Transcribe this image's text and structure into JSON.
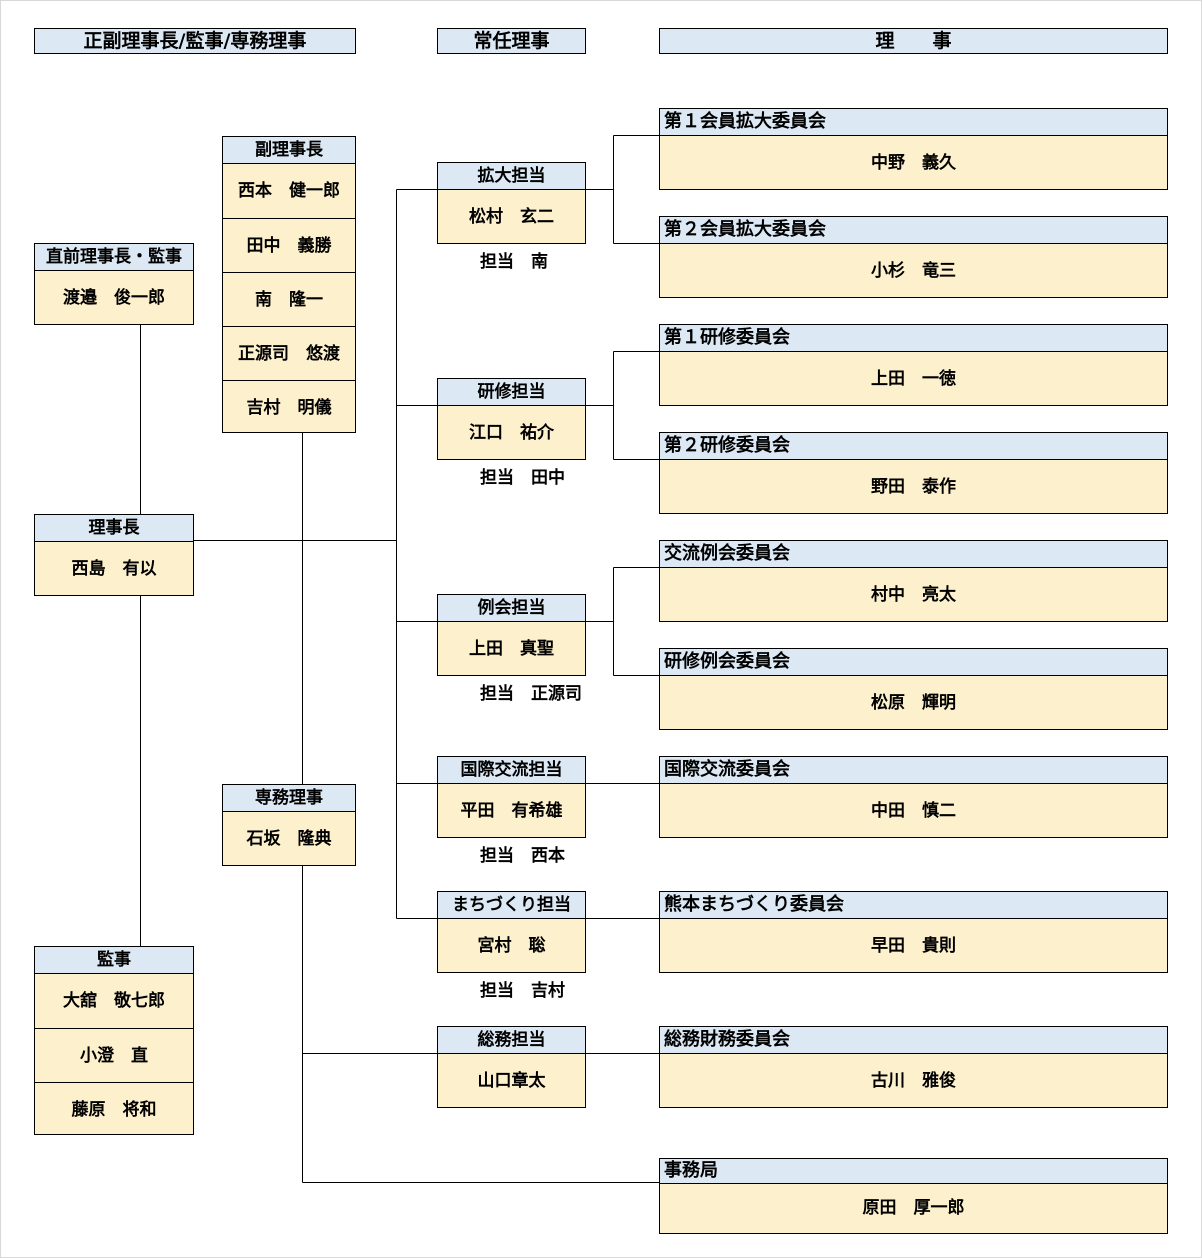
{
  "headers": {
    "officers": "正副理事長/監事/専務理事",
    "standing": "常任理事",
    "directors": "理　　事"
  },
  "prev_president": {
    "title": "直前理事長・監事",
    "names": [
      "渡邉　俊一郎"
    ]
  },
  "vice_presidents": {
    "title": "副理事長",
    "names": [
      "西本　健一郎",
      "田中　義勝",
      "南　隆一",
      "正源司　悠渡",
      "吉村　明儀"
    ]
  },
  "president": {
    "title": "理事長",
    "names": [
      "西島　有以"
    ]
  },
  "executive_director": {
    "title": "専務理事",
    "names": [
      "石坂　隆典"
    ]
  },
  "auditors": {
    "title": "監事",
    "names": [
      "大舘　敬七郎",
      "小澄　直",
      "藤原　将和"
    ]
  },
  "standing_directors": [
    {
      "title": "拡大担当",
      "name": "松村　玄二",
      "note": "担当　南"
    },
    {
      "title": "研修担当",
      "name": "江口　祐介",
      "note": "担当　田中"
    },
    {
      "title": "例会担当",
      "name": "上田　真聖",
      "note": "担当　正源司"
    },
    {
      "title": "国際交流担当",
      "name": "平田　有希雄",
      "note": "担当　西本"
    },
    {
      "title": "まちづくり担当",
      "name": "宮村　聡",
      "note": "担当　吉村"
    },
    {
      "title": "総務担当",
      "name": "山口章太"
    }
  ],
  "committees": [
    {
      "title": "第１会員拡大委員会",
      "chair": "中野　義久"
    },
    {
      "title": "第２会員拡大委員会",
      "chair": "小杉　竜三"
    },
    {
      "title": "第１研修委員会",
      "chair": "上田　一徳"
    },
    {
      "title": "第２研修委員会",
      "chair": "野田　泰作"
    },
    {
      "title": "交流例会委員会",
      "chair": "村中　亮太"
    },
    {
      "title": "研修例会委員会",
      "chair": "松原　輝明"
    },
    {
      "title": "国際交流委員会",
      "chair": "中田　慎二"
    },
    {
      "title": "熊本まちづくり委員会",
      "chair": "早田　貴則"
    },
    {
      "title": "総務財務委員会",
      "chair": "古川　雅俊"
    },
    {
      "title": "事務局",
      "chair": "原田　厚一郎"
    }
  ]
}
